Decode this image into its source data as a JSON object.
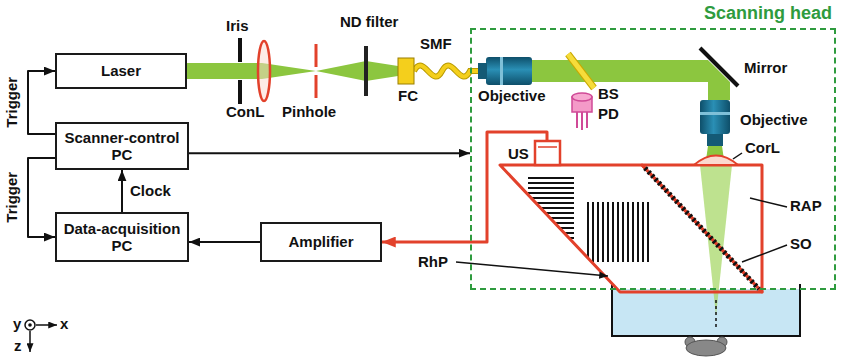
{
  "diagram": {
    "nodes": [
      {
        "text": [
          "Laser"
        ]
      },
      {
        "text": [
          "Scanner-control PC"
        ]
      },
      {
        "text": [
          "Data-acquisition PC"
        ]
      },
      {
        "text": [
          "Amplifier"
        ]
      },
      {
        "text": [
          "Scanning head"
        ]
      }
    ],
    "edges": [
      {
        "from": 1,
        "to": 0,
        "arrow": "to",
        "label": "Trigger"
      },
      {
        "from": 1,
        "to": 2,
        "arrow": "to",
        "label": "Trigger"
      },
      {
        "from": 2,
        "to": 1,
        "arrow": "to",
        "label": "Clock"
      },
      {
        "from": 1,
        "to": 4,
        "arrow": "to"
      },
      {
        "from": 3,
        "to": 2,
        "arrow": "to"
      },
      {
        "from": 4,
        "to": 3,
        "arrow": "to"
      }
    ],
    "labels": [
      "Iris",
      "ConL",
      "Pinhole",
      "ND filter",
      "SMF",
      "FC",
      "Objective",
      "BS",
      "PD",
      "Mirror",
      "Objective",
      "CorL",
      "US",
      "RAP",
      "SO",
      "RhP",
      "y",
      "x",
      "z"
    ]
  }
}
